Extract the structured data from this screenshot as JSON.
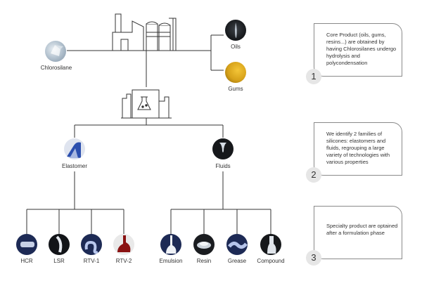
{
  "colors": {
    "line": "#333333",
    "card_border": "#8a8a8a",
    "badge_bg": "#e6e6e6",
    "gold": "#d7a21a",
    "navy": "#1d2a55",
    "blue": "#2b4fae",
    "red": "#8a1212"
  },
  "icons": {
    "factory": "factory-icon",
    "lab_factory": "lab-factory-icon"
  },
  "nodes": {
    "chlorosilane": {
      "label": "Chlorosilane"
    },
    "oils": {
      "label": "Oils"
    },
    "gums": {
      "label": "Gums"
    },
    "elastomer": {
      "label": "Elastomer"
    },
    "fluids": {
      "label": "Fluids"
    },
    "hcr": {
      "label": "HCR"
    },
    "lsr": {
      "label": "LSR"
    },
    "rtv1": {
      "label": "RTV-1"
    },
    "rtv2": {
      "label": "RTV-2"
    },
    "emulsion": {
      "label": "Emulsion"
    },
    "resin": {
      "label": "Resin"
    },
    "grease": {
      "label": "Grease"
    },
    "compound": {
      "label": "Compound"
    }
  },
  "cards": [
    {
      "number": "1",
      "text": "Core Product (oils, gums, resins...) are obtained by having Chlorosilanes undergo hydrolysis and polycondensation"
    },
    {
      "number": "2",
      "text": "We identify 2 families of silicones: elastomers and fluids, regrouping a large variety of technologies with various properties"
    },
    {
      "number": "3",
      "text": "Specialty product are optained after a formulation phase"
    }
  ]
}
